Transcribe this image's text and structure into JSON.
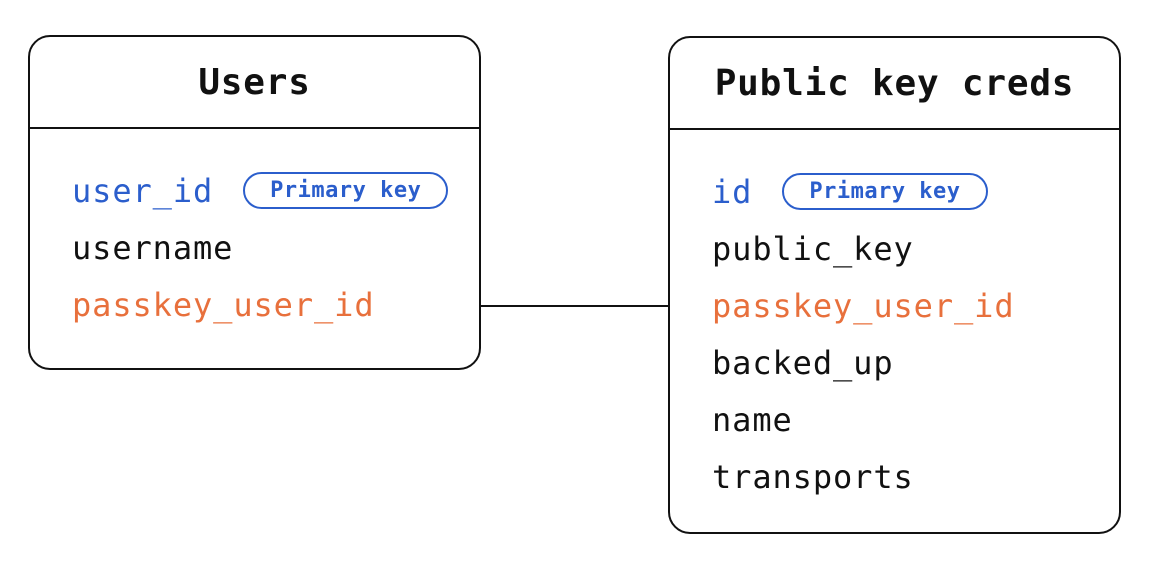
{
  "colors": {
    "field_blue": "#2b5ecc",
    "field_orange": "#e8703c",
    "stroke_black": "#111111",
    "background": "#ffffff"
  },
  "tables": [
    {
      "title": "Users",
      "fields": [
        {
          "name": "user_id",
          "color": "#2b5ecc",
          "badge": "Primary key"
        },
        {
          "name": "username",
          "color": "#111111"
        },
        {
          "name": "passkey_user_id",
          "color": "#e8703c"
        }
      ]
    },
    {
      "title": "Public key creds",
      "fields": [
        {
          "name": "id",
          "color": "#2b5ecc",
          "badge": "Primary key"
        },
        {
          "name": "public_key",
          "color": "#111111"
        },
        {
          "name": "passkey_user_id",
          "color": "#e8703c"
        },
        {
          "name": "backed_up",
          "color": "#111111"
        },
        {
          "name": "name",
          "color": "#111111"
        },
        {
          "name": "transports",
          "color": "#111111"
        }
      ]
    }
  ],
  "relationship": {
    "from": "Users.passkey_user_id",
    "to": "Public key creds.passkey_user_id"
  }
}
